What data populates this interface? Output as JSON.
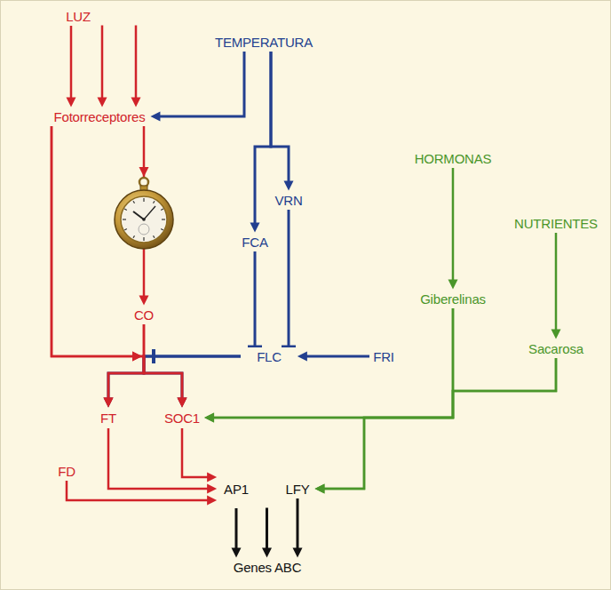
{
  "diagram": {
    "nodes": [
      {
        "text": [
          "LUZ"
        ]
      },
      {
        "text": [
          "TEMPERATURA"
        ]
      },
      {
        "text": [
          "Fotorreceptores"
        ]
      },
      {
        "text": [
          "FCA"
        ]
      },
      {
        "text": [
          "VRN"
        ]
      },
      {
        "text": [
          "HORMONAS"
        ]
      },
      {
        "text": [
          "NUTRIENTES"
        ]
      },
      {
        "text": [
          "Giberelinas"
        ]
      },
      {
        "text": [
          "CO"
        ]
      },
      {
        "text": [
          "FLC"
        ]
      },
      {
        "text": [
          "FRI"
        ]
      },
      {
        "text": [
          "Sacarosa"
        ]
      },
      {
        "text": [
          "FT"
        ]
      },
      {
        "text": [
          "SOC1"
        ]
      },
      {
        "text": [
          "FD"
        ]
      },
      {
        "text": [
          "AP1"
        ]
      },
      {
        "text": [
          "LFY"
        ]
      },
      {
        "text": [
          "Genes ABC"
        ]
      }
    ],
    "edges": [
      {
        "from": 0,
        "to": 2,
        "arrow": "to"
      },
      {
        "from": 1,
        "to": 2,
        "arrow": "to"
      },
      {
        "from": 1,
        "to": 3,
        "arrow": "to"
      },
      {
        "from": 1,
        "to": 4,
        "arrow": "to"
      },
      {
        "from": 2,
        "to": 8,
        "arrow": "to"
      },
      {
        "from": 3,
        "to": 9,
        "arrow": "to"
      },
      {
        "from": 4,
        "to": 9,
        "arrow": "to"
      },
      {
        "from": 10,
        "to": 9,
        "arrow": "to"
      },
      {
        "from": 9,
        "to": 12,
        "arrow": "to"
      },
      {
        "from": 9,
        "to": 13,
        "arrow": "to"
      },
      {
        "from": 8,
        "to": 12,
        "arrow": "to"
      },
      {
        "from": 8,
        "to": 13,
        "arrow": "to"
      },
      {
        "from": 2,
        "to": 12,
        "arrow": "to"
      },
      {
        "from": 2,
        "to": 13,
        "arrow": "to"
      },
      {
        "from": 5,
        "to": 7,
        "arrow": "to"
      },
      {
        "from": 6,
        "to": 11,
        "arrow": "to"
      },
      {
        "from": 7,
        "to": 13,
        "arrow": "to"
      },
      {
        "from": 7,
        "to": 16,
        "arrow": "to"
      },
      {
        "from": 11,
        "to": 13,
        "arrow": "to"
      },
      {
        "from": 11,
        "to": 16,
        "arrow": "to"
      },
      {
        "from": 12,
        "to": 15,
        "arrow": "to"
      },
      {
        "from": 13,
        "to": 15,
        "arrow": "to"
      },
      {
        "from": 14,
        "to": 15,
        "arrow": "to"
      },
      {
        "from": 15,
        "to": 17,
        "arrow": "to"
      },
      {
        "from": 16,
        "to": 17,
        "arrow": "to"
      }
    ]
  }
}
